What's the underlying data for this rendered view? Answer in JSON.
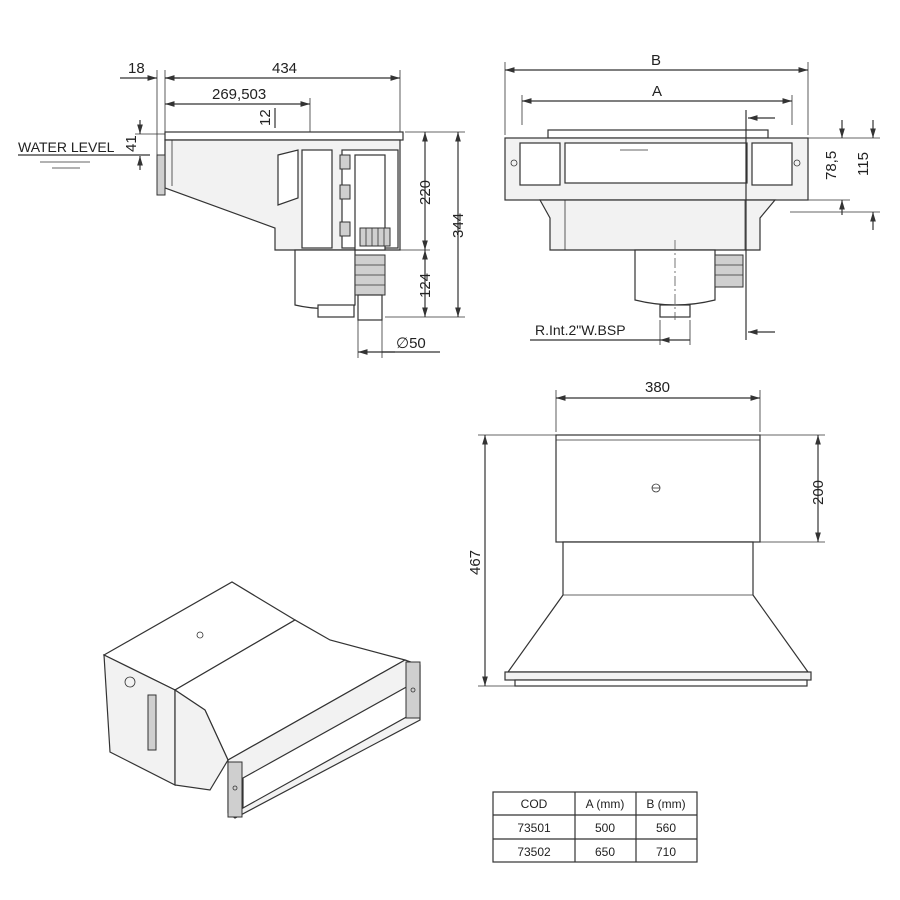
{
  "side_view": {
    "dim_18": "18",
    "dim_434": "434",
    "dim_269": "269,503",
    "dim_12": "12",
    "dim_41": "41",
    "water_level": "WATER LEVEL",
    "dim_220": "220",
    "dim_344": "344",
    "dim_124": "124",
    "dim_50": "∅50"
  },
  "front_view": {
    "dim_B": "B",
    "dim_A": "A",
    "dim_78": "78,5",
    "dim_115": "115",
    "connection": "R.Int.2\"W.BSP"
  },
  "top_view": {
    "dim_380": "380",
    "dim_200": "200",
    "dim_467": "467"
  },
  "table": {
    "headers": [
      "COD",
      "A (mm)",
      "B (mm)"
    ],
    "rows": [
      [
        "73501",
        "500",
        "560"
      ],
      [
        "73502",
        "650",
        "710"
      ]
    ]
  }
}
